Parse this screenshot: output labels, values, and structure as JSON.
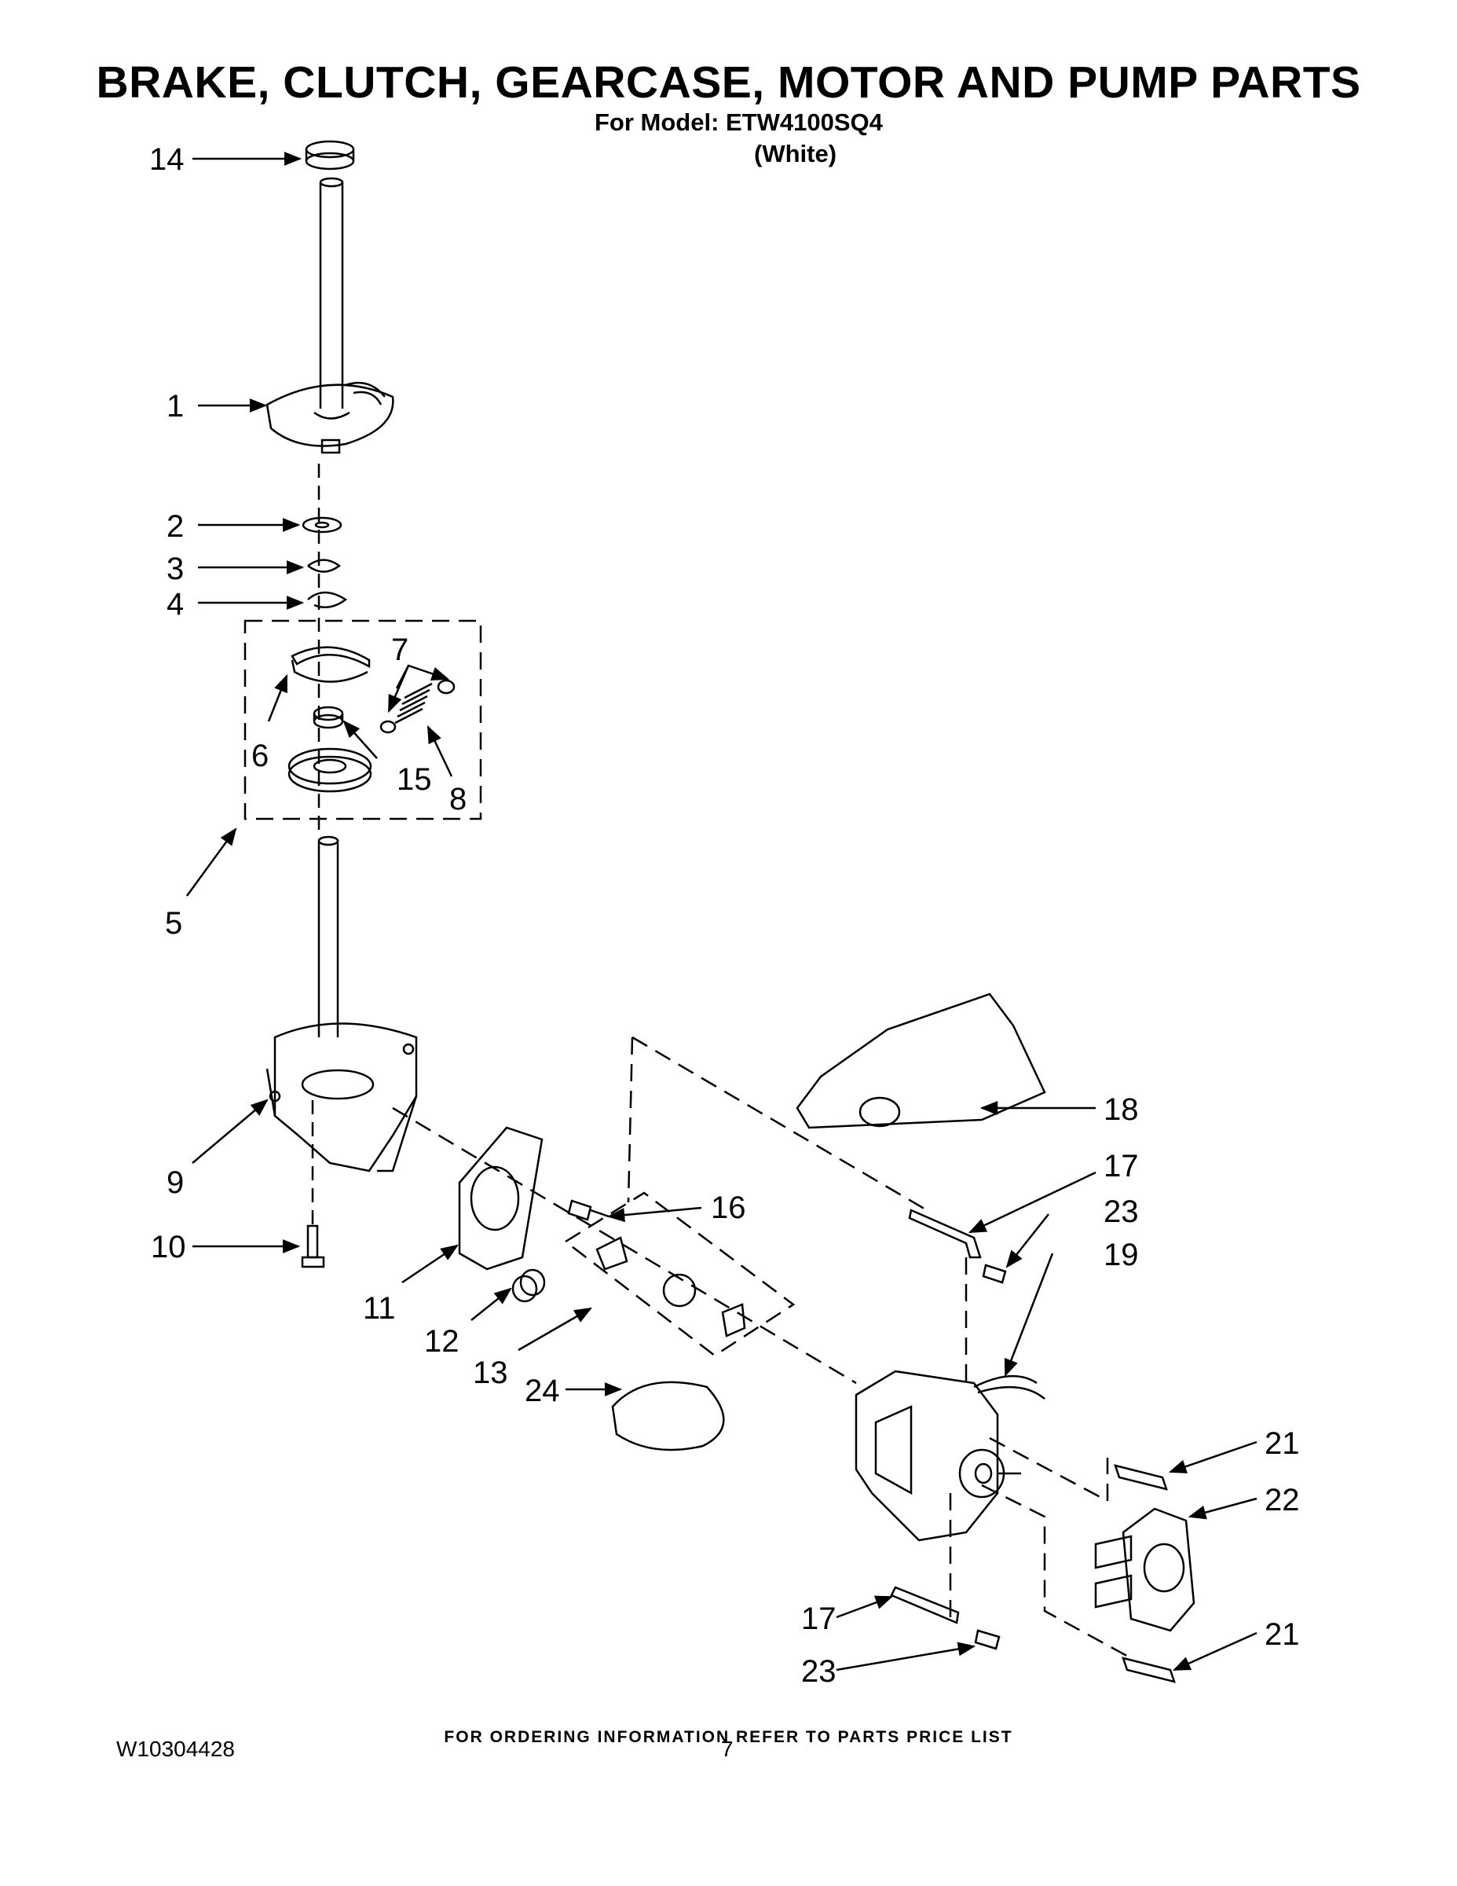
{
  "header": {
    "title": "BRAKE, CLUTCH, GEARCASE, MOTOR AND PUMP PARTS",
    "model_line": "For Model: ETW4100SQ4",
    "color_line": "(White)"
  },
  "footer": {
    "ordering_note": "FOR ORDERING INFORMATION REFER TO PARTS PRICE LIST",
    "document_code": "W10304428",
    "page_number": "7"
  },
  "callouts": [
    {
      "id": "c14",
      "label": "14"
    },
    {
      "id": "c1",
      "label": "1"
    },
    {
      "id": "c2",
      "label": "2"
    },
    {
      "id": "c3",
      "label": "3"
    },
    {
      "id": "c4",
      "label": "4"
    },
    {
      "id": "c7",
      "label": "7"
    },
    {
      "id": "c6",
      "label": "6"
    },
    {
      "id": "c15",
      "label": "15"
    },
    {
      "id": "c8",
      "label": "8"
    },
    {
      "id": "c5",
      "label": "5"
    },
    {
      "id": "c18",
      "label": "18"
    },
    {
      "id": "c17a",
      "label": "17"
    },
    {
      "id": "c23a",
      "label": "23"
    },
    {
      "id": "c19",
      "label": "19"
    },
    {
      "id": "c16",
      "label": "16"
    },
    {
      "id": "c9",
      "label": "9"
    },
    {
      "id": "c10",
      "label": "10"
    },
    {
      "id": "c11",
      "label": "11"
    },
    {
      "id": "c12",
      "label": "12"
    },
    {
      "id": "c13",
      "label": "13"
    },
    {
      "id": "c24",
      "label": "24"
    },
    {
      "id": "c21a",
      "label": "21"
    },
    {
      "id": "c22",
      "label": "22"
    },
    {
      "id": "c17b",
      "label": "17"
    },
    {
      "id": "c21b",
      "label": "21"
    },
    {
      "id": "c23b",
      "label": "23"
    }
  ]
}
